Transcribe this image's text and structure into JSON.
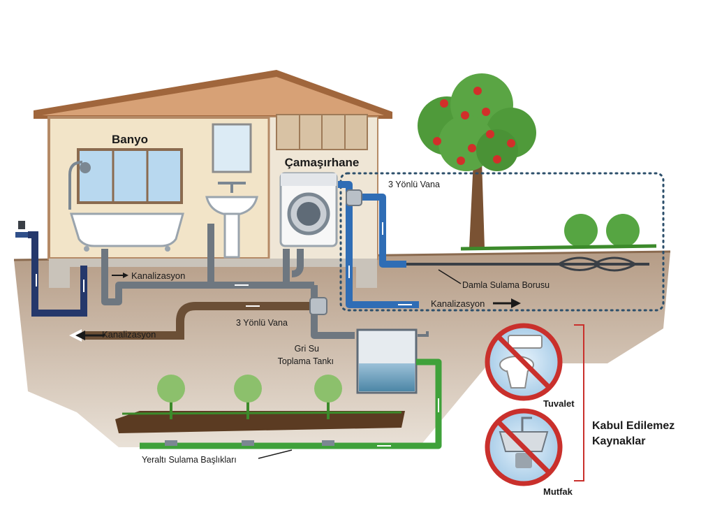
{
  "rooms": {
    "bathroom": "Banyo",
    "laundry": "Çamaşırhane"
  },
  "labels": {
    "sewer_house": "Kanalizasyon",
    "sewer_left": "Kanalizasyon",
    "sewer_right": "Kanalizasyon",
    "valve_laundry": "3 Yönlü Vana",
    "valve_main": "3 Yönlü Vana",
    "tank_line1": "Gri Su",
    "tank_line2": "Toplama Tankı",
    "drip_pipe": "Damla Sulama Borusu",
    "underground_heads": "Yeraltı Sulama Başlıkları"
  },
  "unacceptable": {
    "title_line1": "Kabul Edilemez",
    "title_line2": "Kaynaklar",
    "items": [
      {
        "label": "Tuvalet",
        "icon": "toilet-icon"
      },
      {
        "label": "Mutfak",
        "icon": "kitchen-sink-icon"
      }
    ]
  },
  "colors": {
    "greywater_pipe": "#2f6db5",
    "sewer_pipe": "#6b4f36",
    "grey_pipe": "#6e7780",
    "irrigation_pipe": "#3fa13a",
    "prohibited": "#c9302c",
    "dotted_border": "#2c4f6b"
  }
}
